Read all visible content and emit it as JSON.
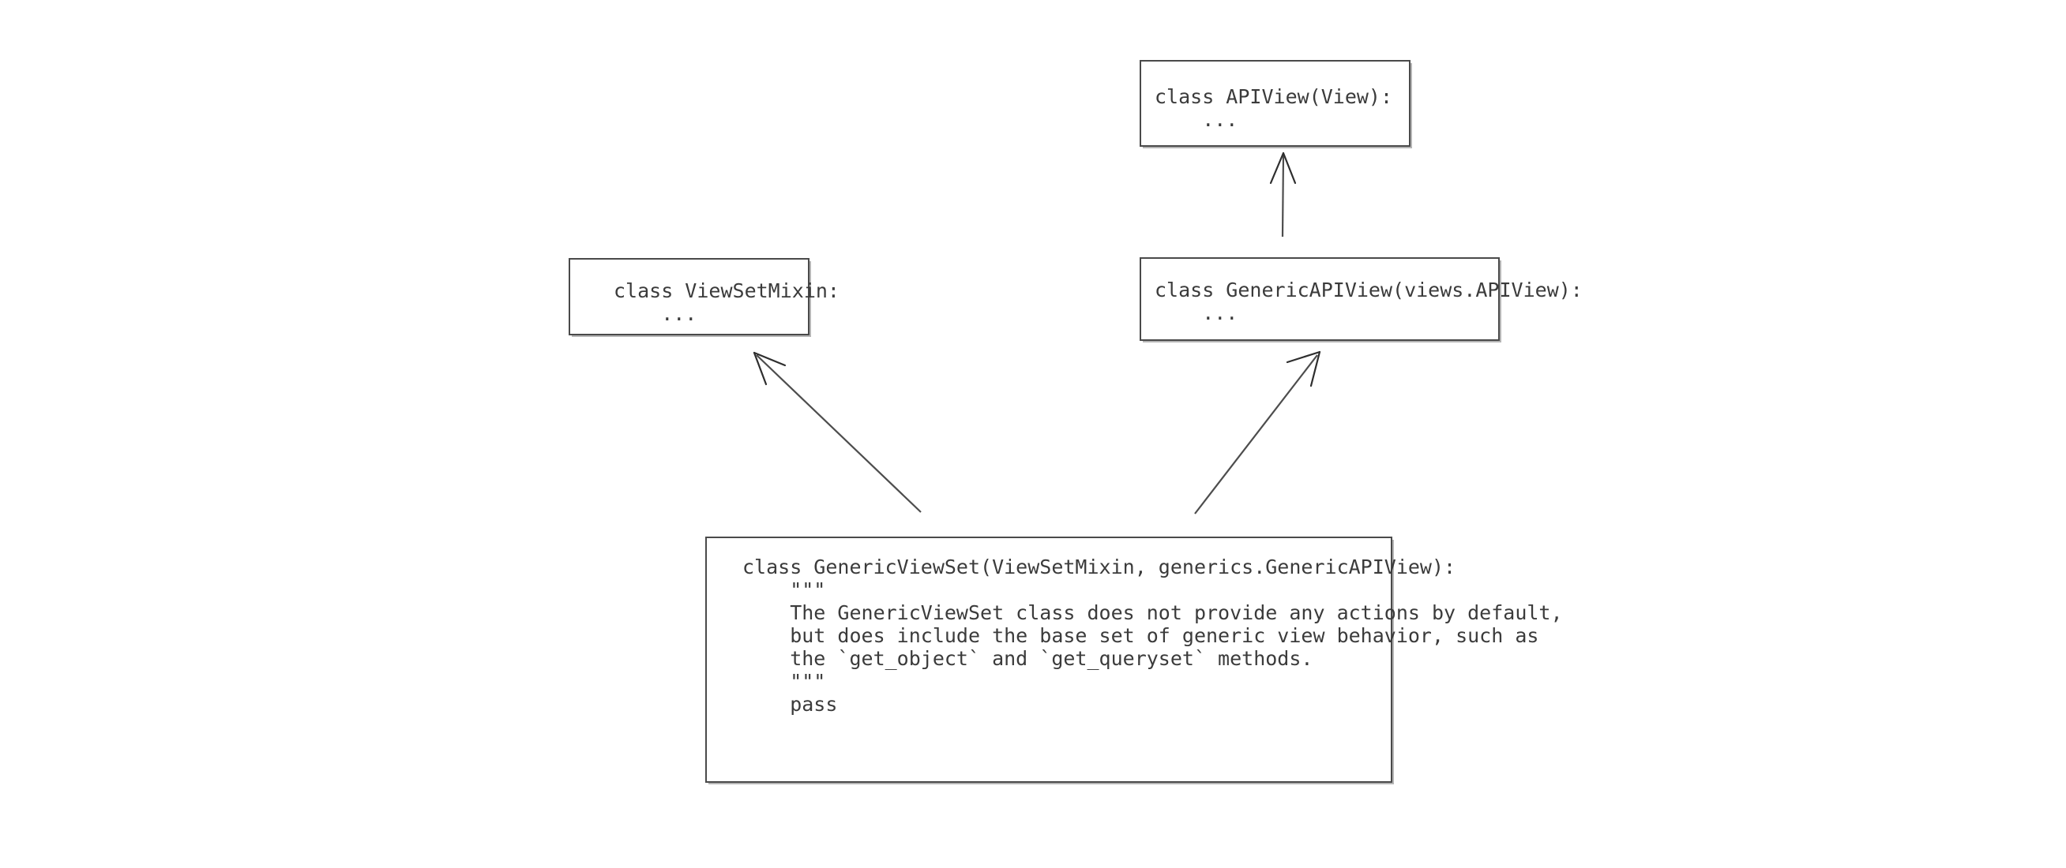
{
  "diagram": {
    "title": "Django REST Framework GenericViewSet class hierarchy",
    "background_color": "#ffffff",
    "box_border_color": "#4a4a4a",
    "text_color": "#3b3b3b",
    "arrow_color": "#4d4d4d",
    "nodes": [
      {
        "id": "apiview",
        "name": "APIView",
        "code": "class APIView(View):\n    ..."
      },
      {
        "id": "viewsetmixin",
        "name": "ViewSetMixin",
        "code": "class ViewSetMixin:\n    ..."
      },
      {
        "id": "genericapiview",
        "name": "GenericAPIView",
        "code": "class GenericAPIView(views.APIView):\n    ..."
      },
      {
        "id": "genericviewset",
        "name": "GenericViewSet",
        "code": "class GenericViewSet(ViewSetMixin, generics.GenericAPIView):\n    \"\"\"\n    The GenericViewSet class does not provide any actions by default,\n    but does include the base set of generic view behavior, such as\n    the `get_object` and `get_queryset` methods.\n    \"\"\"\n    pass"
      }
    ],
    "edges": [
      {
        "id": "edge-genericapiview-to-apiview",
        "from": "genericapiview",
        "to": "apiview",
        "label": ""
      },
      {
        "id": "edge-genericviewset-to-viewsetmixin",
        "from": "genericviewset",
        "to": "viewsetmixin",
        "label": ""
      },
      {
        "id": "edge-genericviewset-to-genericapiview",
        "from": "genericviewset",
        "to": "genericapiview",
        "label": ""
      }
    ]
  }
}
